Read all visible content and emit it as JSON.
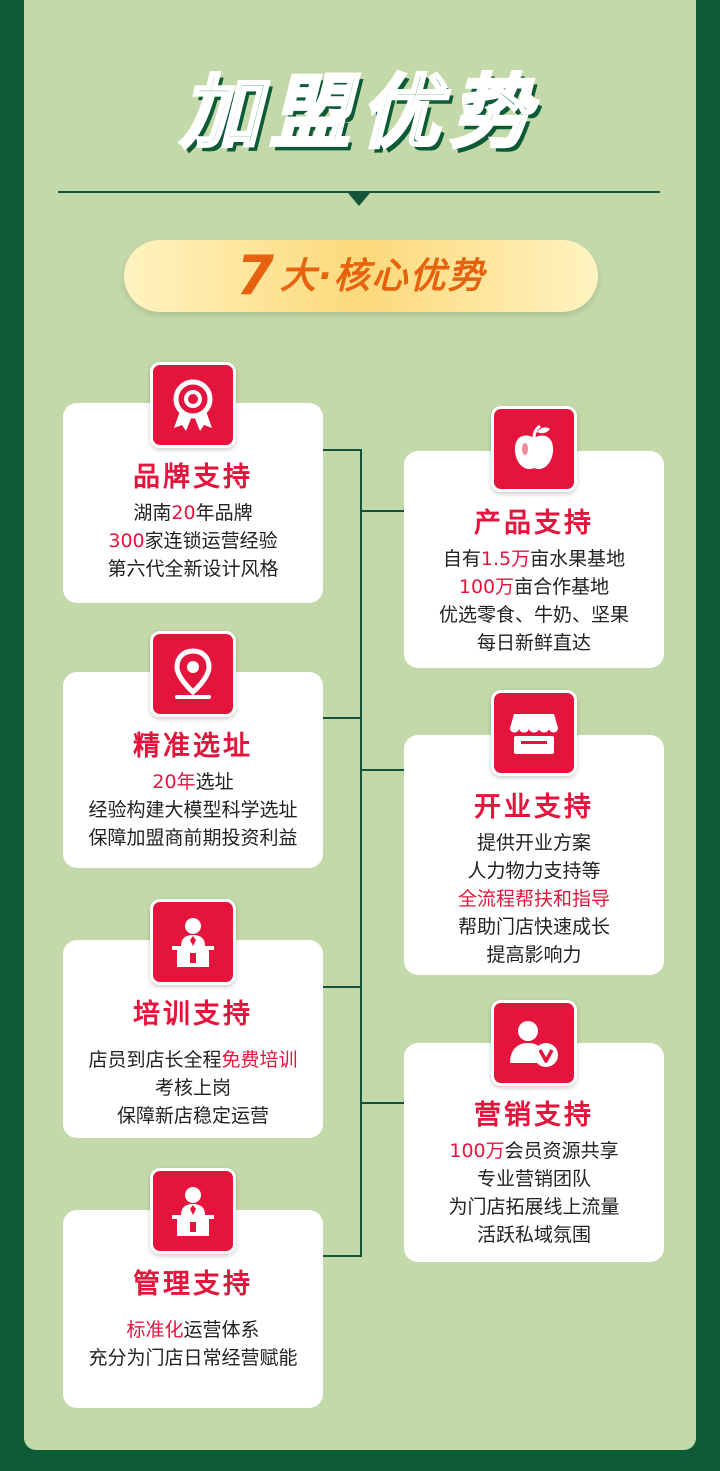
{
  "header": {
    "title": "加盟优势"
  },
  "badge": {
    "number": "7",
    "text": "大·核心优势"
  },
  "colors": {
    "background": "#0d5a36",
    "panel": "#c3d9a9",
    "accent": "#e5143d",
    "title_green": "#1c8a4e",
    "badge_orange": "#e6620f"
  },
  "cards": [
    {
      "title": "品牌支持",
      "icon": "award-ribbon-icon",
      "lines": [
        [
          {
            "t": "湖南"
          },
          {
            "t": "20",
            "red": true
          },
          {
            "t": "年品牌"
          }
        ],
        [
          {
            "t": "300",
            "red": true
          },
          {
            "t": "家连锁运营经验"
          }
        ],
        [
          {
            "t": "第六代全新设计风格"
          }
        ]
      ]
    },
    {
      "title": "产品支持",
      "icon": "apple-icon",
      "lines": [
        [
          {
            "t": "自有"
          },
          {
            "t": "1.5万",
            "red": true
          },
          {
            "t": "亩水果基地"
          }
        ],
        [
          {
            "t": "100万",
            "red": true
          },
          {
            "t": "亩合作基地"
          }
        ],
        [
          {
            "t": "优选零食、牛奶、坚果"
          }
        ],
        [
          {
            "t": "每日新鲜直达"
          }
        ]
      ]
    },
    {
      "title": "精准选址",
      "icon": "location-pin-icon",
      "lines": [
        [
          {
            "t": "20年",
            "red": true
          },
          {
            "t": "选址"
          }
        ],
        [
          {
            "t": "经验构建大模型科学选址"
          }
        ],
        [
          {
            "t": "保障加盟商前期投资利益"
          }
        ]
      ]
    },
    {
      "title": "开业支持",
      "icon": "storefront-icon",
      "lines": [
        [
          {
            "t": "提供开业方案"
          }
        ],
        [
          {
            "t": "人力物力支持等"
          }
        ],
        [
          {
            "t": "全流程帮扶和指导",
            "red": true
          }
        ],
        [
          {
            "t": "帮助门店快速成长"
          }
        ],
        [
          {
            "t": "提高影响力"
          }
        ]
      ]
    },
    {
      "title": "培训支持",
      "icon": "presenter-podium-icon",
      "lines": [
        [
          {
            "t": "店员到店长全程"
          },
          {
            "t": "免费培训",
            "red": true
          }
        ],
        [
          {
            "t": "考核上岗"
          }
        ],
        [
          {
            "t": "保障新店稳定运营"
          }
        ]
      ]
    },
    {
      "title": "营销支持",
      "icon": "vip-member-icon",
      "lines": [
        [
          {
            "t": "100万",
            "red": true
          },
          {
            "t": "会员资源共享"
          }
        ],
        [
          {
            "t": "专业营销团队"
          }
        ],
        [
          {
            "t": "为门店拓展线上流量"
          }
        ],
        [
          {
            "t": "活跃私域氛围"
          }
        ]
      ]
    },
    {
      "title": "管理支持",
      "icon": "presenter-podium-icon",
      "lines": [
        [
          {
            "t": "标准化",
            "red": true
          },
          {
            "t": "运营体系"
          }
        ],
        [
          {
            "t": "充分为门店日常经营赋能"
          }
        ]
      ]
    }
  ]
}
